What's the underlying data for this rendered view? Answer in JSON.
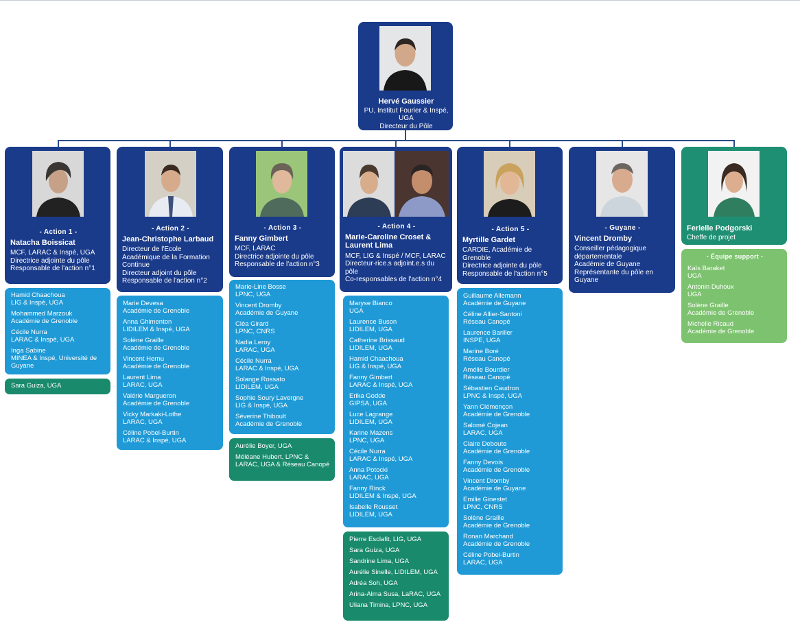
{
  "director": {
    "name": "Hervé Gaussier",
    "lines": [
      "PU, Institut Fourier & Inspé,",
      "UGA",
      "Directeur du Pôle"
    ]
  },
  "actions": [
    {
      "tag": "- Action 1 -",
      "name": "Natacha Boissicat",
      "lines": [
        "MCF, LARAC & Inspé, UGA",
        "Directrice adjointe du pôle",
        "Responsable de l'action n°1"
      ],
      "members": [
        {
          "name": "Hamid Chaachoua",
          "affil": "LIG & Inspé, UGA"
        },
        {
          "name": "Mohammed Marzouk",
          "affil": "Académie de Grenoble"
        },
        {
          "name": "Cécile Nurra",
          "affil": "LARAC & Inspé, UGA"
        },
        {
          "name": "Inga Sabine",
          "affil": "MINEA & Inspé, Université de Guyane"
        }
      ],
      "team": [
        "Sara Guiza, UGA"
      ]
    },
    {
      "tag": "- Action 2 -",
      "name": "Jean-Christophe Larbaud",
      "lines": [
        "Directeur de l'Ecole",
        "Académique de la Formation",
        "Continue",
        "Directeur adjoint du pôle",
        "Responsable de l'action n°2"
      ],
      "members": [
        {
          "name": "Marie Devesa",
          "affil": "Académie de Grenoble"
        },
        {
          "name": "Anna Ghimenton",
          "affil": "LIDILEM & Inspé, UGA"
        },
        {
          "name": "Solène Graille",
          "affil": "Académie de Grenoble"
        },
        {
          "name": "Vincent Hernu",
          "affil": "Académie de Grenoble"
        },
        {
          "name": "Laurent Lima",
          "affil": "LARAC, UGA"
        },
        {
          "name": "Valérie Margueron",
          "affil": "Académie de Grenoble"
        },
        {
          "name": "Vicky Markaki-Lothe",
          "affil": "LARAC, UGA"
        },
        {
          "name": "Céline Pobel-Burtin",
          "affil": "LARAC & Inspé, UGA"
        }
      ]
    },
    {
      "tag": "- Action 3 -",
      "name": "Fanny Gimbert",
      "lines": [
        "MCF, LARAC",
        "Directrice adjointe du pôle",
        "Responsable de l'action n°3"
      ],
      "members": [
        {
          "name": "Marie-Line Bosse",
          "affil": "LPNC, UGA"
        },
        {
          "name": "Vincent Dromby",
          "affil": "Académie de Guyane"
        },
        {
          "name": "Cléa Girard",
          "affil": "LPNC, CNRS"
        },
        {
          "name": "Nadia Leroy",
          "affil": "LARAC, UGA"
        },
        {
          "name": "Cécile Nurra",
          "affil": "LARAC & Inspé, UGA"
        },
        {
          "name": "Solange Rossato",
          "affil": "LIDILEM, UGA"
        },
        {
          "name": "Sophie Soury Lavergne",
          "affil": "LIG & Inspé, UGA"
        },
        {
          "name": "Séverine Thiboult",
          "affil": "Académie de Grenoble"
        }
      ],
      "team": [
        "Aurélie Boyer, UGA",
        "Méléane Hubert, LPNC & LARAC, UGA & Réseau Canopé"
      ]
    },
    {
      "tag": "- Action 4 -",
      "name": "Marie-Caroline Croset & Laurent Lima",
      "lines": [
        "MCF, LIG & Inspé / MCF, LARAC",
        "Directeur·rice.s adjoint.e.s du",
        "pôle",
        "Co-responsables de l'action n°4"
      ],
      "members": [
        {
          "name": "Maryse Bianco",
          "affil": "UGA"
        },
        {
          "name": "Laurence Buson",
          "affil": "LIDILEM, UGA"
        },
        {
          "name": "Catherine Brissaud",
          "affil": "LIDILEM, UGA"
        },
        {
          "name": "Hamid Chaachoua",
          "affil": "LIG & Inspé, UGA"
        },
        {
          "name": "Fanny Gimbert",
          "affil": "LARAC & Inspé, UGA"
        },
        {
          "name": "Erika Godde",
          "affil": "GIPSA, UGA"
        },
        {
          "name": "Luce Lagrange",
          "affil": "LIDILEM, UGA"
        },
        {
          "name": "Karine Mazens",
          "affil": "LPNC, UGA"
        },
        {
          "name": "Cécile Nurra",
          "affil": "LARAC & Inspé, UGA"
        },
        {
          "name": "Anna Potocki",
          "affil": "LARAC, UGA"
        },
        {
          "name": "Fanny Rinck",
          "affil": "LIDILEM & Inspé, UGA"
        },
        {
          "name": "Isabelle Rousset",
          "affil": "LIDILEM, UGA"
        }
      ],
      "team": [
        "Pierre Esclafit, LIG, UGA",
        "Sara Guiza, UGA",
        "Sandrine Lima, UGA",
        "Aurélie Sinelle, LIDILEM, UGA",
        "Adréa Soh, UGA",
        "Arina-Alma Susa, LaRAC, UGA",
        "Uliana Timina, LPNC, UGA"
      ]
    },
    {
      "tag": "- Action 5 -",
      "name": "Myrtille Gardet",
      "lines": [
        "CARDIE, Académie de",
        "Grenoble",
        "Directrice adjointe du pôle",
        "Responsable de l'action n°5"
      ],
      "members": [
        {
          "name": "Guillaume Allemann",
          "affil": "Académie de Guyane"
        },
        {
          "name": "Céline Allier-Santoni",
          "affil": "Réseau Canopé"
        },
        {
          "name": "Laurence Bariller",
          "affil": "INSPE, UGA"
        },
        {
          "name": "Marine Boré",
          "affil": "Réseau Canopé"
        },
        {
          "name": "Amélie Bourdier",
          "affil": "Réseau Canopé"
        },
        {
          "name": "Sébastien Caudron",
          "affil": "LPNC & Inspé, UGA"
        },
        {
          "name": "Yann Clémençon",
          "affil": "Académie de Grenoble"
        },
        {
          "name": "Salomé Cojean",
          "affil": "LARAC, UGA"
        },
        {
          "name": "Claire Deboute",
          "affil": "Académie de Grenoble"
        },
        {
          "name": "Fanny Devois",
          "affil": "Académie de Grenoble"
        },
        {
          "name": "Vincent Dromby",
          "affil": "Académie de Guyane"
        },
        {
          "name": "Emilie Ginestet",
          "affil": "LPNC, CNRS"
        },
        {
          "name": "Solène Graille",
          "affil": "Académie de Grenoble"
        },
        {
          "name": "Ronan Marchand",
          "affil": "Académie de Grenoble"
        },
        {
          "name": "Céline Pobel-Burtin",
          "affil": "LARAC, UGA"
        }
      ]
    },
    {
      "tag": "- Guyane -",
      "name": "Vincent Dromby",
      "lines": [
        "Conseiller pédagogique",
        "départementale",
        "Académie de Guyane",
        "Représentante du pôle en",
        "Guyane"
      ]
    }
  ],
  "project": {
    "name": "Ferielle Podgorski",
    "role": "Cheffe de projet",
    "support_title": "- Équipe support -",
    "support": [
      {
        "name": "Kaïs Baraket",
        "affil": "UGA"
      },
      {
        "name": "Antonin Duhoux",
        "affil": "UGA"
      },
      {
        "name": "Solène Graille",
        "affil": "Académie de Grenoble"
      },
      {
        "name": "Michelle Ricaud",
        "affil": "Académie de Grenoble"
      }
    ]
  },
  "colors": {
    "navy": "#1a3a8a",
    "blue": "#1f9ad6",
    "green": "#1a8a6c",
    "light_green": "#7dc36f"
  }
}
